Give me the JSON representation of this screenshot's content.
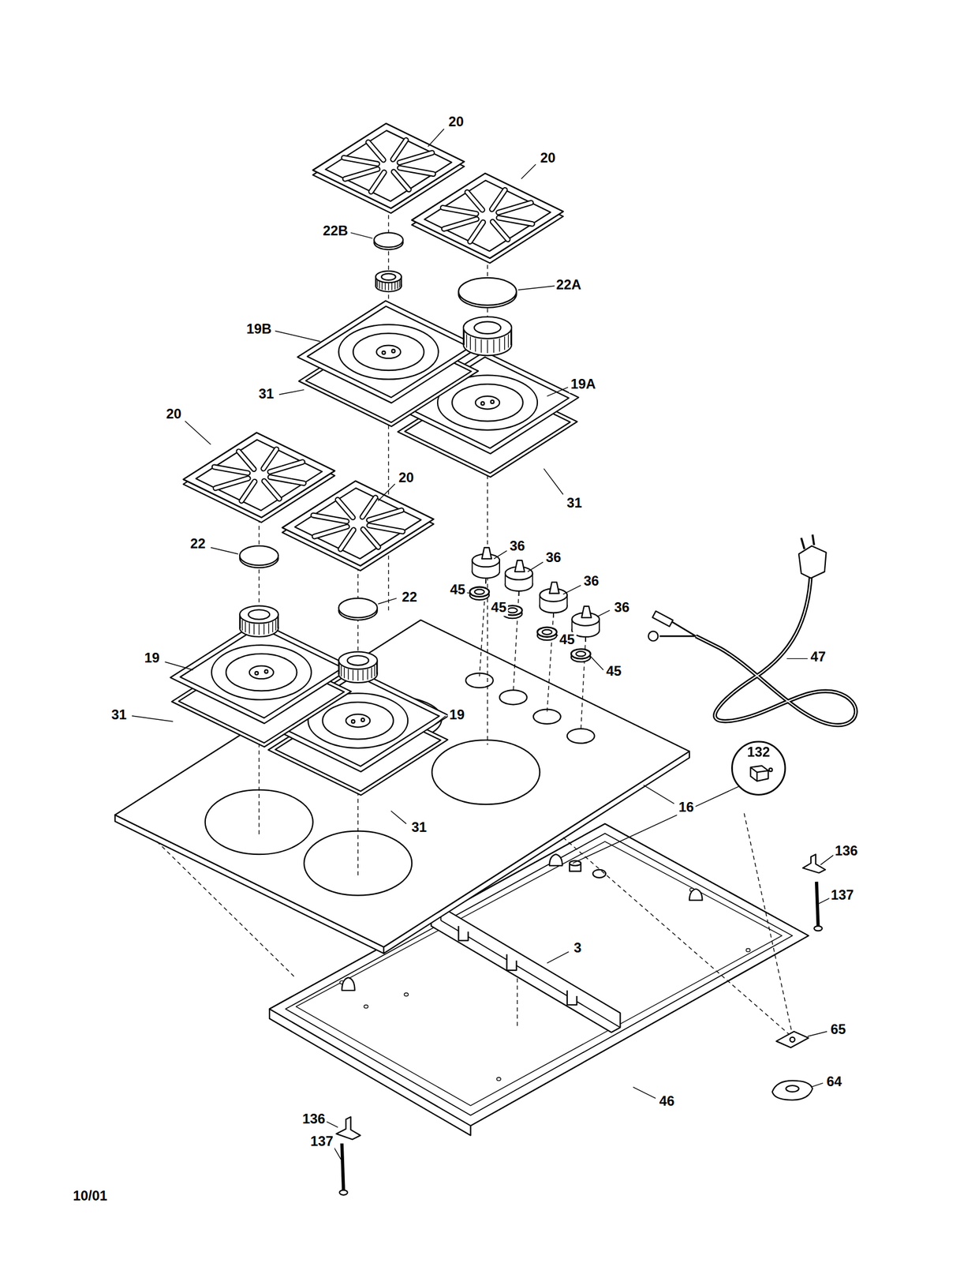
{
  "diagram": {
    "nodes": [
      {
        "text": [
          "132"
        ]
      }
    ],
    "labels": [
      "20",
      "20",
      "22B",
      "22A",
      "19B",
      "31",
      "19A",
      "20",
      "20",
      "31",
      "22",
      "36",
      "36",
      "36",
      "45",
      "22",
      "36",
      "45",
      "45",
      "47",
      "19",
      "45",
      "31",
      "19",
      "16",
      "31",
      "136",
      "137",
      "3",
      "65",
      "64",
      "46",
      "136",
      "137",
      "10/01"
    ]
  }
}
